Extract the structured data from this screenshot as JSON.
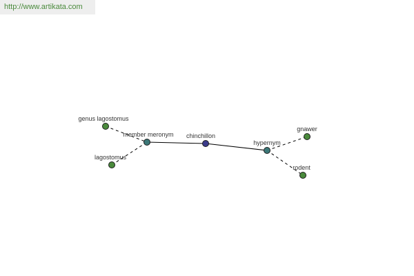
{
  "banner": {
    "url": "http://www.artikata.com"
  },
  "colors": {
    "banner_text": "#4a8a3c",
    "banner_bg": "#eeeeee",
    "center_node": "#3c3c8c",
    "relation_node": "#3c7878",
    "leaf_node": "#4a8a3c",
    "edge": "#000000"
  },
  "graph": {
    "nodes": [
      {
        "id": "chinchillon",
        "label": "chinchillon",
        "kind": "center"
      },
      {
        "id": "member-meronym",
        "label": "member meronym",
        "kind": "relation"
      },
      {
        "id": "hypernym",
        "label": "hypernym",
        "kind": "relation"
      },
      {
        "id": "genus-lagostomus",
        "label": "genus lagostomus",
        "kind": "leaf"
      },
      {
        "id": "lagostomus",
        "label": "lagostomus",
        "kind": "leaf"
      },
      {
        "id": "gnawer",
        "label": "gnawer",
        "kind": "leaf"
      },
      {
        "id": "rodent",
        "label": "rodent",
        "kind": "leaf"
      }
    ],
    "edges": [
      {
        "from": "member-meronym",
        "to": "chinchillon",
        "style": "solid"
      },
      {
        "from": "chinchillon",
        "to": "hypernym",
        "style": "solid"
      },
      {
        "from": "genus-lagostomus",
        "to": "member-meronym",
        "style": "dashed"
      },
      {
        "from": "lagostomus",
        "to": "member-meronym",
        "style": "dashed"
      },
      {
        "from": "hypernym",
        "to": "gnawer",
        "style": "dashed"
      },
      {
        "from": "hypernym",
        "to": "rodent",
        "style": "dashed"
      }
    ]
  }
}
